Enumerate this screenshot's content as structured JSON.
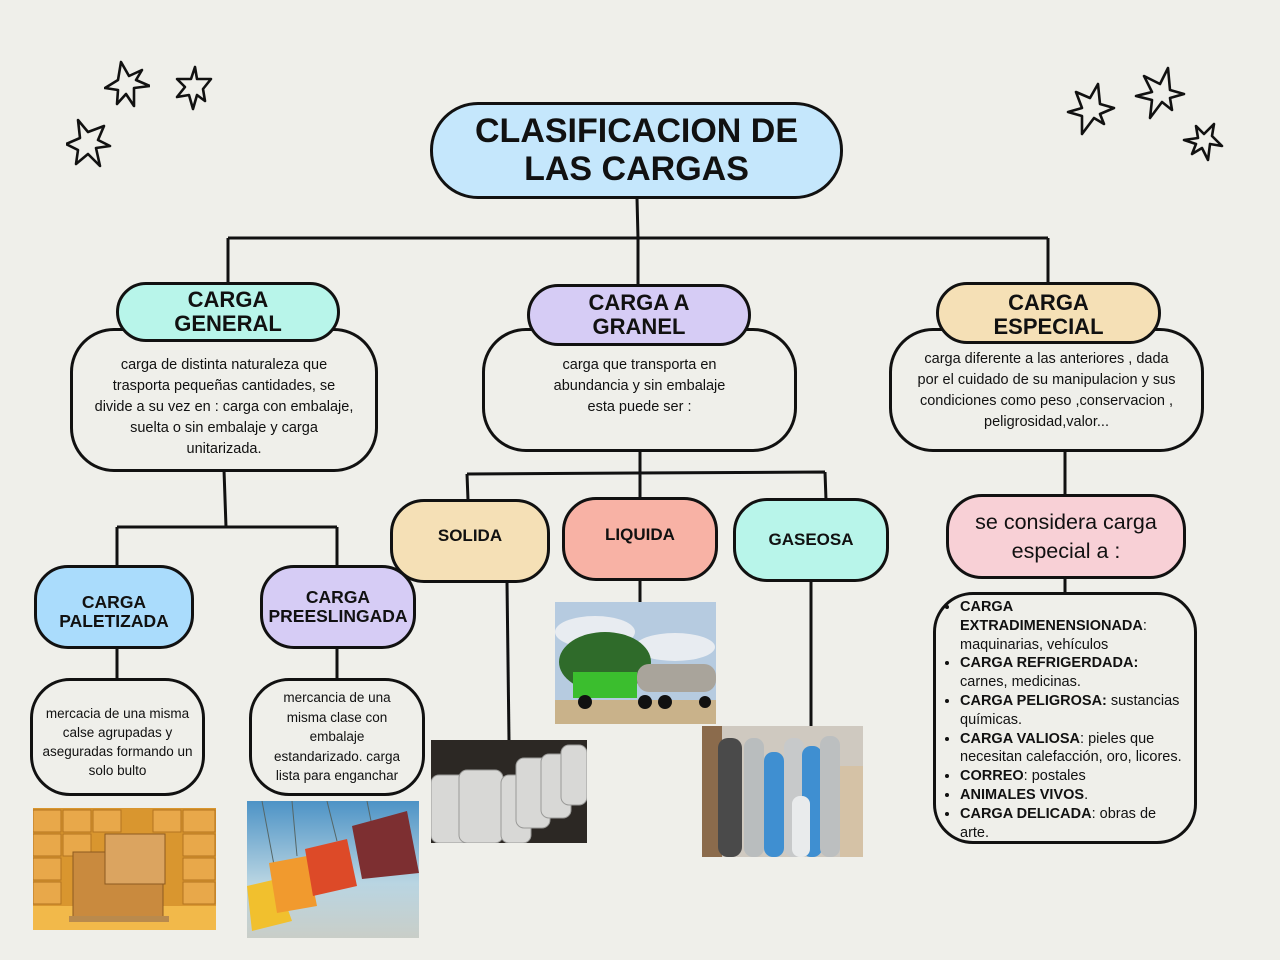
{
  "title": "CLASIFICACION DE LAS CARGAS",
  "colors": {
    "background": "#efefea",
    "title_fill": "#c5e7fc",
    "general_fill": "#b8f5ea",
    "granel_fill": "#d6ccf5",
    "especial_fill": "#f5e0b6",
    "solida_fill": "#f5e0b6",
    "liquida_fill": "#f8b2a5",
    "gaseosa_fill": "#b8f5ea",
    "paletizada_fill": "#aadcfc",
    "preeslingada_fill": "#d6ccf5",
    "considera_fill": "#f8d0d6"
  },
  "branches": {
    "general": {
      "label": "CARGA GENERAL",
      "description": "carga de distinta naturaleza que trasporta pequeñas cantidades, se divide a su vez en : carga con embalaje, suelta o sin embalaje y carga unitarizada.",
      "children": [
        {
          "label": "CARGA PALETIZADA",
          "description": "mercacia de una misma calse agrupadas y aseguradas formando un solo bulto",
          "image": "pallet-boxes-photo"
        },
        {
          "label": "CARGA PREESLINGADA",
          "description": "mercancia de una misma clase con embalaje estandarizado. carga lista para enganchar",
          "image": "hanging-containers-photo"
        }
      ]
    },
    "granel": {
      "label": "CARGA A GRANEL",
      "description": "carga que transporta en abundancia y sin embalaje esta puede ser :",
      "children": [
        {
          "label": "SOLIDA",
          "image": "grain-sacks-photo"
        },
        {
          "label": "LIQUIDA",
          "image": "tanker-truck-photo"
        },
        {
          "label": "GASEOSA",
          "image": "gas-cylinders-photo"
        }
      ]
    },
    "especial": {
      "label": "CARGA ESPECIAL",
      "description": "carga diferente a las anteriores , dada por el cuidado de su manipulacion y sus condiciones como peso ,conservacion , peligrosidad,valor...",
      "considera": "se considera carga especial a :",
      "items": [
        {
          "term": "CARGA EXTRADIMENENSIONADA",
          "sep": ":",
          "detail": " maquinarias, vehículos"
        },
        {
          "term": "CARGA REFRIGERDADA:",
          "sep": "",
          "detail": " carnes, medicinas."
        },
        {
          "term": "CARGA PELIGROSA:",
          "sep": "",
          "detail": " sustancias químicas."
        },
        {
          "term": "CARGA VALIOSA",
          "sep": ":",
          "detail": " pieles que necesitan calefacción, oro, licores."
        },
        {
          "term": "CORREO",
          "sep": ":",
          "detail": " postales"
        },
        {
          "term": "ANIMALES VIVOS",
          "sep": ".",
          "detail": ""
        },
        {
          "term": "CARGA DELICADA",
          "sep": ":",
          "detail": " obras de arte."
        }
      ]
    }
  },
  "decorations": {
    "star_icon": "six-point-star-outline"
  }
}
